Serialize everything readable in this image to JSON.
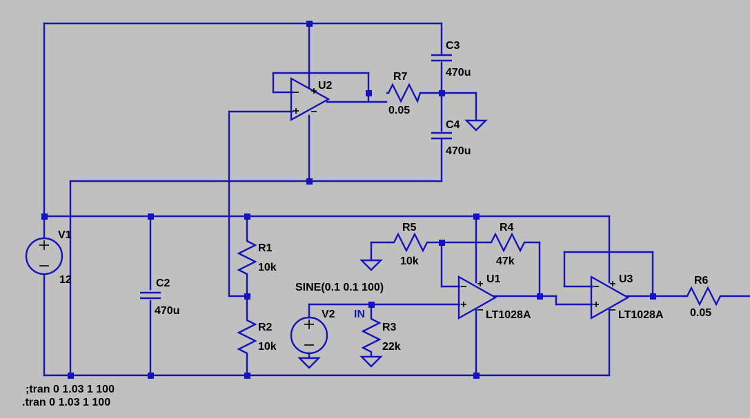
{
  "components": {
    "V1": {
      "ref": "V1",
      "value": "12"
    },
    "V2": {
      "ref": "V2",
      "value": "SINE(0.1 0.1 100)"
    },
    "C2": {
      "ref": "C2",
      "value": "470u"
    },
    "C3": {
      "ref": "C3",
      "value": "470u"
    },
    "C4": {
      "ref": "C4",
      "value": "470u"
    },
    "R1": {
      "ref": "R1",
      "value": "10k"
    },
    "R2": {
      "ref": "R2",
      "value": "10k"
    },
    "R3": {
      "ref": "R3",
      "value": "22k"
    },
    "R4": {
      "ref": "R4",
      "value": "47k"
    },
    "R5": {
      "ref": "R5",
      "value": "10k"
    },
    "R6": {
      "ref": "R6",
      "value": "0.05"
    },
    "R7": {
      "ref": "R7",
      "value": "0.05"
    },
    "U1": {
      "ref": "U1",
      "value": "LT1028A"
    },
    "U2": {
      "ref": "U2"
    },
    "U3": {
      "ref": "U3",
      "value": "LT1028A"
    }
  },
  "net_labels": {
    "in": "IN"
  },
  "directives": {
    "commented": ";tran 0 1.03 1 100",
    "active": ".tran 0 1.03 1 100"
  },
  "colors": {
    "background": "#c0c0c0",
    "wire": "#1414b8",
    "text": "#000000"
  }
}
